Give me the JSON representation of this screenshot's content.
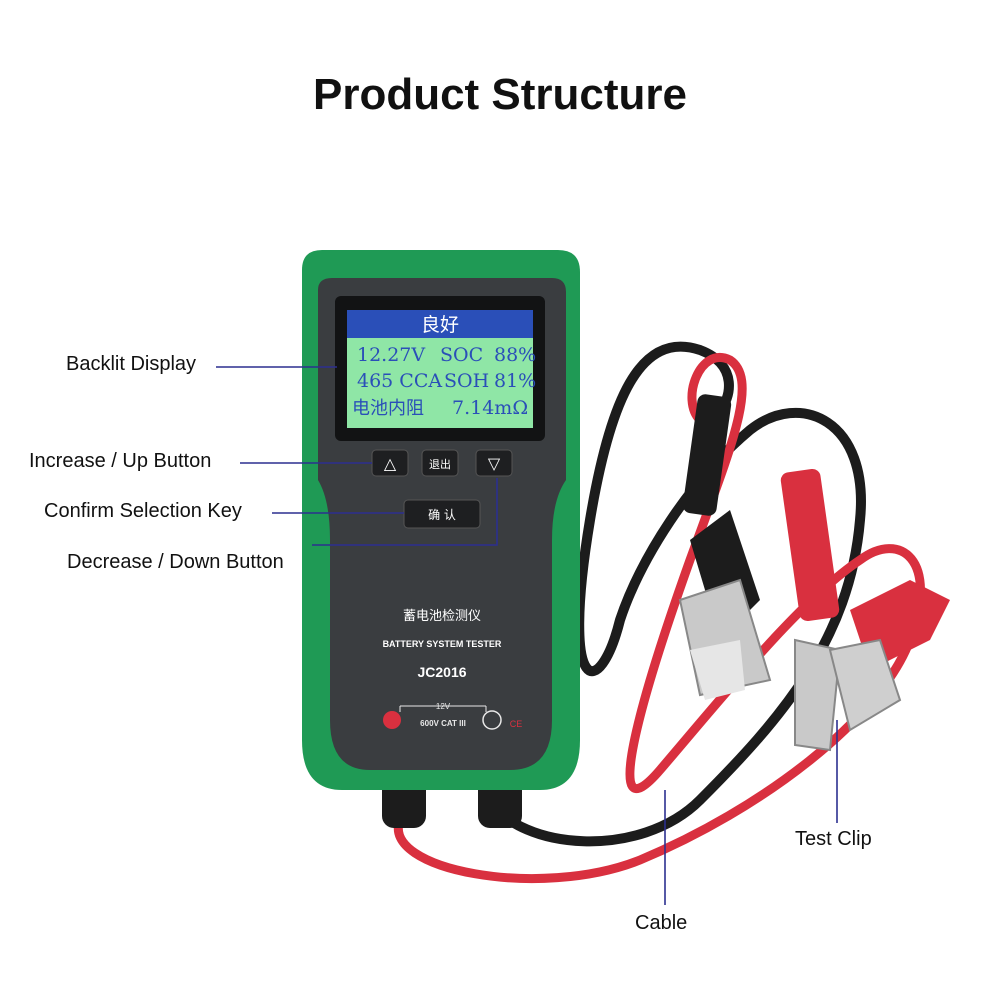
{
  "title": "Product Structure",
  "callouts": {
    "backlit_display": "Backlit Display",
    "up_button": "Increase / Up Button",
    "confirm_key": "Confirm Selection Key",
    "down_button": "Decrease / Down Button",
    "test_clip": "Test Clip",
    "cable": "Cable"
  },
  "screen": {
    "status": "良好",
    "row1": {
      "voltage": "12.27V",
      "soc_label": "SOC",
      "soc_value": "88%"
    },
    "row2": {
      "cca": "465 CCA",
      "soh_label": "SOH",
      "soh_value": "81%"
    },
    "row3": {
      "resistance_label": "电池内阻",
      "resistance_value": "7.14mΩ"
    }
  },
  "buttons": {
    "up_symbol": "△",
    "exit_label": "退出",
    "down_symbol": "▽",
    "confirm_label": "确 认"
  },
  "device": {
    "chinese_name": "蓄电池检测仪",
    "english_name": "BATTERY SYSTEM TESTER",
    "model": "JC2016",
    "voltage_rating": "12V",
    "cat_rating": "600V CAT III",
    "ce_mark": "CE"
  },
  "colors": {
    "housing_green": "#1f9a55",
    "body_dark": "#3a3d40",
    "lcd_green": "#8fe6a6",
    "lcd_header_blue": "#2a4fb8",
    "cable_red": "#d9303f",
    "cable_black": "#1c1c1c",
    "leader_line": "#2c2f8f"
  }
}
